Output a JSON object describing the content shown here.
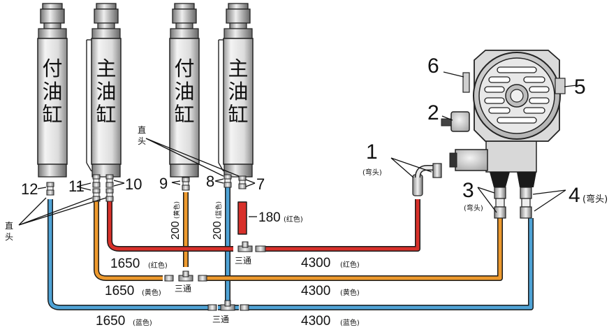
{
  "cylinders": [
    {
      "label": "付油缸",
      "chars": [
        "付",
        "油",
        "缸"
      ]
    },
    {
      "label": "主油缸",
      "chars": [
        "主",
        "油",
        "缸"
      ]
    },
    {
      "label": "付油缸",
      "chars": [
        "付",
        "油",
        "缸"
      ]
    },
    {
      "label": "主油缸",
      "chars": [
        "主",
        "油",
        "缸"
      ]
    }
  ],
  "callouts": {
    "n1": "1",
    "n2": "2",
    "n3": "3",
    "n4": "4",
    "n5": "5",
    "n6": "6",
    "n7": "7",
    "n8": "8",
    "n9": "9",
    "n10": "10",
    "n11": "11",
    "n12": "12"
  },
  "fitting_labels": {
    "straight_left_1": "直",
    "straight_left_2": "头",
    "straight_mid_1": "直",
    "straight_mid_2": "头",
    "elbow_1": "(弯头)",
    "elbow_3": "(弯头)",
    "elbow_4": "(弯头)",
    "tee": "三通"
  },
  "hoses": {
    "red_1650": {
      "length": "1650",
      "color_note": "(红色)",
      "color": "#d8302a"
    },
    "yellow_1650": {
      "length": "1650",
      "color_note": "(黄色)",
      "color": "#ee9a2e"
    },
    "blue_1650": {
      "length": "1650",
      "color_note": "(蓝色)",
      "color": "#4fa3d6"
    },
    "red_4300": {
      "length": "4300",
      "color_note": "(红色)"
    },
    "yellow_4300": {
      "length": "4300",
      "color_note": "(黄色)"
    },
    "blue_4300": {
      "length": "4300",
      "color_note": "(蓝色)"
    },
    "yellow_200": {
      "length": "200",
      "color_note": "(黄色)"
    },
    "blue_200": {
      "length": "200",
      "color_note": "(蓝色)"
    },
    "red_180": {
      "length": "180",
      "color_note": "(红色)"
    }
  }
}
